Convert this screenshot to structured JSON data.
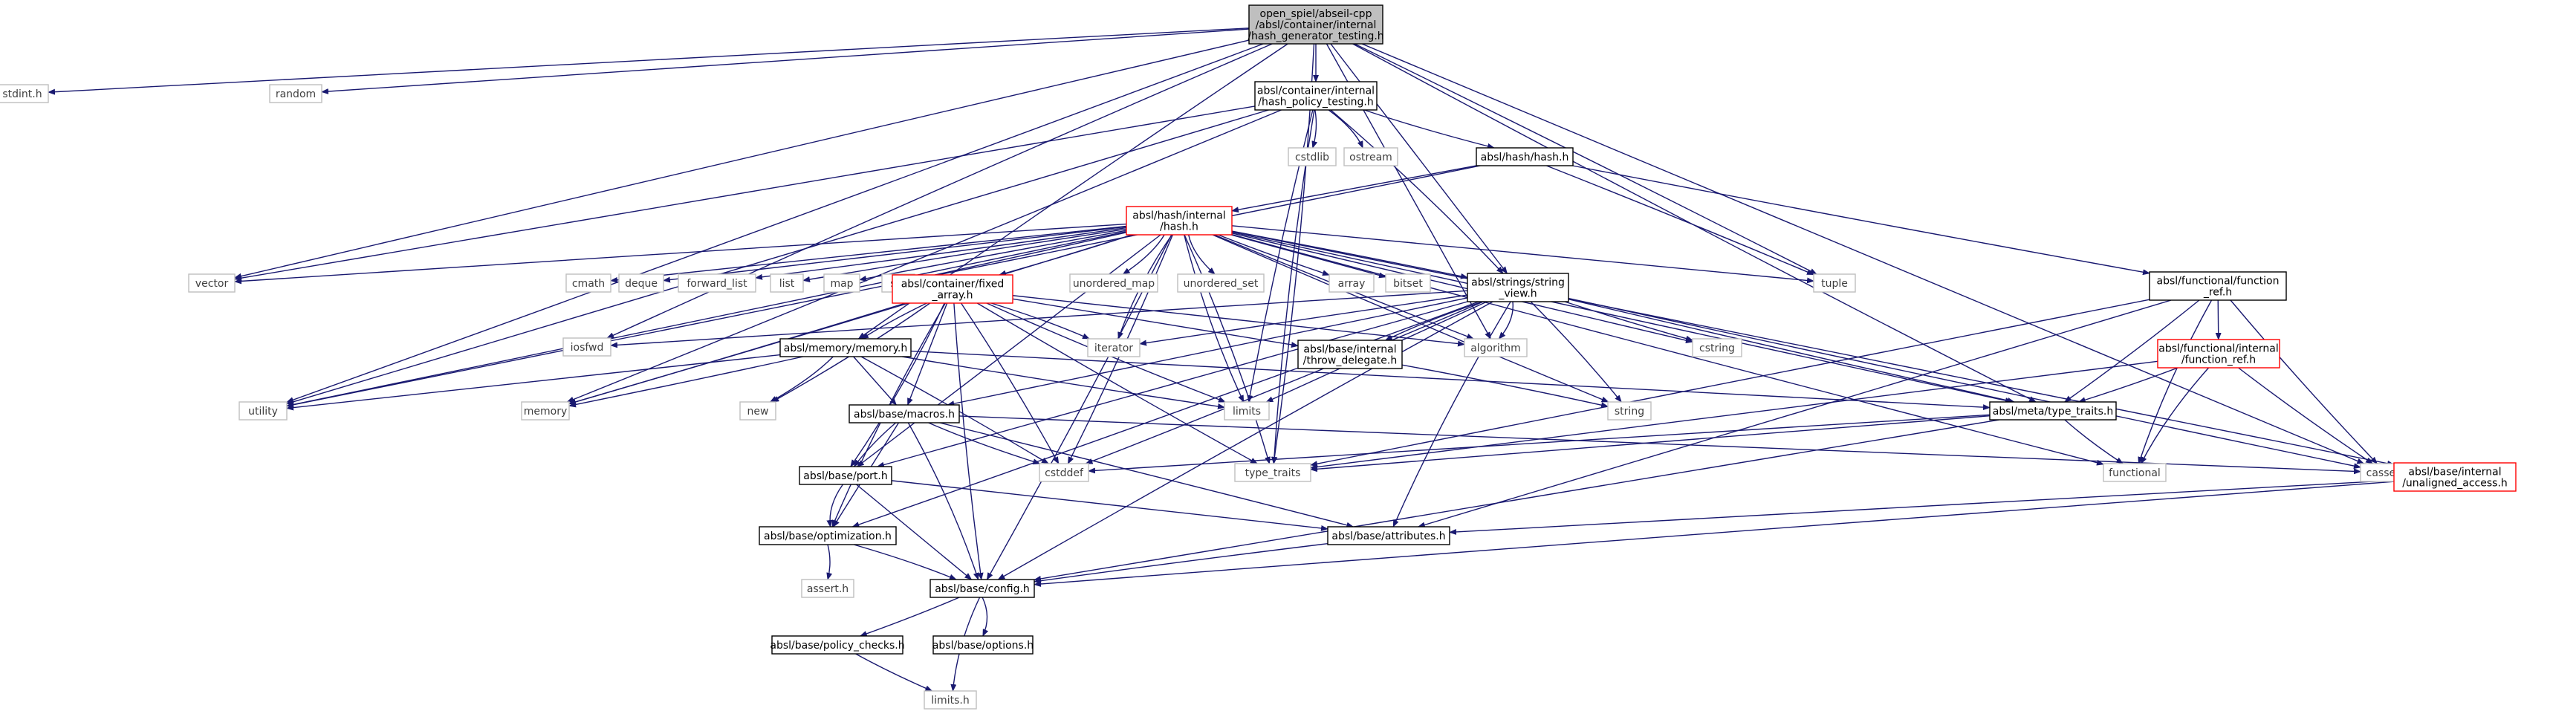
{
  "graph": {
    "nodes": [
      {
        "id": "root",
        "lines": [
          "open_spiel/abseil-cpp",
          "/absl/container/internal",
          "/hash_generator_testing.h"
        ],
        "style": "root"
      },
      {
        "id": "stdint_h",
        "lines": [
          "stdint.h"
        ],
        "style": "system"
      },
      {
        "id": "random",
        "lines": [
          "random"
        ],
        "style": "system"
      },
      {
        "id": "hpt",
        "lines": [
          "absl/container/internal",
          "/hash_policy_testing.h"
        ],
        "style": "project"
      },
      {
        "id": "cstdlib",
        "lines": [
          "cstdlib"
        ],
        "style": "system"
      },
      {
        "id": "ostream",
        "lines": [
          "ostream"
        ],
        "style": "system"
      },
      {
        "id": "hash_h",
        "lines": [
          "absl/hash/hash.h"
        ],
        "style": "project"
      },
      {
        "id": "ihash",
        "lines": [
          "absl/hash/internal",
          "/hash.h"
        ],
        "style": "incomplete"
      },
      {
        "id": "vector",
        "lines": [
          "vector"
        ],
        "style": "system"
      },
      {
        "id": "cmath",
        "lines": [
          "cmath"
        ],
        "style": "system"
      },
      {
        "id": "deque",
        "lines": [
          "deque"
        ],
        "style": "system"
      },
      {
        "id": "forward_list",
        "lines": [
          "forward_list"
        ],
        "style": "system"
      },
      {
        "id": "list",
        "lines": [
          "list"
        ],
        "style": "system"
      },
      {
        "id": "map",
        "lines": [
          "map"
        ],
        "style": "system"
      },
      {
        "id": "set",
        "lines": [
          "set"
        ],
        "style": "system"
      },
      {
        "id": "fixed_array",
        "lines": [
          "absl/container/fixed",
          "_array.h"
        ],
        "style": "incomplete"
      },
      {
        "id": "unordered_map",
        "lines": [
          "unordered_map"
        ],
        "style": "system"
      },
      {
        "id": "unordered_set",
        "lines": [
          "unordered_set"
        ],
        "style": "system"
      },
      {
        "id": "array",
        "lines": [
          "array"
        ],
        "style": "system"
      },
      {
        "id": "bitset",
        "lines": [
          "bitset"
        ],
        "style": "system"
      },
      {
        "id": "string_view",
        "lines": [
          "absl/strings/string",
          "_view.h"
        ],
        "style": "project"
      },
      {
        "id": "tuple",
        "lines": [
          "tuple"
        ],
        "style": "system"
      },
      {
        "id": "function_ref",
        "lines": [
          "absl/functional/function",
          "_ref.h"
        ],
        "style": "project"
      },
      {
        "id": "iosfwd",
        "lines": [
          "iosfwd"
        ],
        "style": "system"
      },
      {
        "id": "memory_h",
        "lines": [
          "absl/memory/memory.h"
        ],
        "style": "project"
      },
      {
        "id": "iterator",
        "lines": [
          "iterator"
        ],
        "style": "system"
      },
      {
        "id": "throw_delegate",
        "lines": [
          "absl/base/internal",
          "/throw_delegate.h"
        ],
        "style": "project"
      },
      {
        "id": "algorithm",
        "lines": [
          "algorithm"
        ],
        "style": "system"
      },
      {
        "id": "cstring",
        "lines": [
          "cstring"
        ],
        "style": "system"
      },
      {
        "id": "ifunction_ref",
        "lines": [
          "absl/functional/internal",
          "/function_ref.h"
        ],
        "style": "incomplete"
      },
      {
        "id": "utility",
        "lines": [
          "utility"
        ],
        "style": "system"
      },
      {
        "id": "memory",
        "lines": [
          "memory"
        ],
        "style": "system"
      },
      {
        "id": "new",
        "lines": [
          "new"
        ],
        "style": "system"
      },
      {
        "id": "limits",
        "lines": [
          "limits"
        ],
        "style": "system"
      },
      {
        "id": "string",
        "lines": [
          "string"
        ],
        "style": "system"
      },
      {
        "id": "type_traits_h",
        "lines": [
          "absl/meta/type_traits.h"
        ],
        "style": "project"
      },
      {
        "id": "macros",
        "lines": [
          "absl/base/macros.h"
        ],
        "style": "project"
      },
      {
        "id": "cstddef",
        "lines": [
          "cstddef"
        ],
        "style": "system"
      },
      {
        "id": "type_traits",
        "lines": [
          "type_traits"
        ],
        "style": "system"
      },
      {
        "id": "functional",
        "lines": [
          "functional"
        ],
        "style": "system"
      },
      {
        "id": "cassert",
        "lines": [
          "cassert"
        ],
        "style": "system"
      },
      {
        "id": "unaligned",
        "lines": [
          "absl/base/internal",
          "/unaligned_access.h"
        ],
        "style": "incomplete"
      },
      {
        "id": "port",
        "lines": [
          "absl/base/port.h"
        ],
        "style": "project"
      },
      {
        "id": "optimization",
        "lines": [
          "absl/base/optimization.h"
        ],
        "style": "project"
      },
      {
        "id": "attributes",
        "lines": [
          "absl/base/attributes.h"
        ],
        "style": "project"
      },
      {
        "id": "assert_h",
        "lines": [
          "assert.h"
        ],
        "style": "system"
      },
      {
        "id": "config",
        "lines": [
          "absl/base/config.h"
        ],
        "style": "project"
      },
      {
        "id": "policy_checks",
        "lines": [
          "absl/base/policy_checks.h"
        ],
        "style": "project"
      },
      {
        "id": "options",
        "lines": [
          "absl/base/options.h"
        ],
        "style": "project"
      },
      {
        "id": "limits_h",
        "lines": [
          "limits.h"
        ],
        "style": "system"
      }
    ],
    "edges": [
      [
        "root",
        "stdint_h"
      ],
      [
        "root",
        "random"
      ],
      [
        "root",
        "hpt"
      ],
      [
        "root",
        "vector"
      ],
      [
        "root",
        "utility"
      ],
      [
        "root",
        "iosfwd"
      ],
      [
        "root",
        "memory_h"
      ],
      [
        "root",
        "string_view"
      ],
      [
        "root",
        "tuple"
      ],
      [
        "root",
        "type_traits"
      ],
      [
        "root",
        "type_traits_h"
      ],
      [
        "root",
        "cassert"
      ],
      [
        "root",
        "algorithm"
      ],
      [
        "hpt",
        "cstdlib"
      ],
      [
        "hpt",
        "ostream"
      ],
      [
        "hpt",
        "hash_h"
      ],
      [
        "hpt",
        "vector"
      ],
      [
        "hpt",
        "utility"
      ],
      [
        "hpt",
        "memory"
      ],
      [
        "hpt",
        "string_view"
      ],
      [
        "hpt",
        "type_traits"
      ],
      [
        "hpt",
        "limits"
      ],
      [
        "hash_h",
        "ihash"
      ],
      [
        "hash_h",
        "tuple"
      ],
      [
        "hash_h",
        "utility"
      ],
      [
        "hash_h",
        "function_ref"
      ],
      [
        "ihash",
        "vector"
      ],
      [
        "ihash",
        "cmath"
      ],
      [
        "ihash",
        "deque"
      ],
      [
        "ihash",
        "forward_list"
      ],
      [
        "ihash",
        "list"
      ],
      [
        "ihash",
        "map"
      ],
      [
        "ihash",
        "set"
      ],
      [
        "ihash",
        "fixed_array"
      ],
      [
        "ihash",
        "unordered_map"
      ],
      [
        "ihash",
        "unordered_set"
      ],
      [
        "ihash",
        "array"
      ],
      [
        "ihash",
        "bitset"
      ],
      [
        "ihash",
        "string_view"
      ],
      [
        "ihash",
        "tuple"
      ],
      [
        "ihash",
        "iterator"
      ],
      [
        "ihash",
        "algorithm"
      ],
      [
        "ihash",
        "cstring"
      ],
      [
        "ihash",
        "utility"
      ],
      [
        "ihash",
        "memory"
      ],
      [
        "ihash",
        "limits"
      ],
      [
        "ihash",
        "string"
      ],
      [
        "ihash",
        "type_traits_h"
      ],
      [
        "ihash",
        "cstddef"
      ],
      [
        "ihash",
        "type_traits"
      ],
      [
        "ihash",
        "functional"
      ],
      [
        "ihash",
        "unaligned"
      ],
      [
        "ihash",
        "port"
      ],
      [
        "ihash",
        "config"
      ],
      [
        "fixed_array",
        "iterator"
      ],
      [
        "fixed_array",
        "algorithm"
      ],
      [
        "fixed_array",
        "memory_h"
      ],
      [
        "fixed_array",
        "throw_delegate"
      ],
      [
        "fixed_array",
        "memory"
      ],
      [
        "fixed_array",
        "new"
      ],
      [
        "fixed_array",
        "limits"
      ],
      [
        "fixed_array",
        "type_traits"
      ],
      [
        "fixed_array",
        "macros"
      ],
      [
        "fixed_array",
        "cstddef"
      ],
      [
        "fixed_array",
        "port"
      ],
      [
        "fixed_array",
        "optimization"
      ],
      [
        "fixed_array",
        "config"
      ],
      [
        "string_view",
        "iosfwd"
      ],
      [
        "string_view",
        "iterator"
      ],
      [
        "string_view",
        "algorithm"
      ],
      [
        "string_view",
        "throw_delegate"
      ],
      [
        "string_view",
        "cstring"
      ],
      [
        "string_view",
        "limits"
      ],
      [
        "string_view",
        "string"
      ],
      [
        "string_view",
        "cstddef"
      ],
      [
        "string_view",
        "cassert"
      ],
      [
        "string_view",
        "type_traits_h"
      ],
      [
        "string_view",
        "macros"
      ],
      [
        "string_view",
        "port"
      ],
      [
        "string_view",
        "optimization"
      ],
      [
        "string_view",
        "attributes"
      ],
      [
        "string_view",
        "config"
      ],
      [
        "function_ref",
        "ifunction_ref"
      ],
      [
        "function_ref",
        "type_traits_h"
      ],
      [
        "function_ref",
        "type_traits"
      ],
      [
        "function_ref",
        "functional"
      ],
      [
        "function_ref",
        "cassert"
      ],
      [
        "function_ref",
        "attributes"
      ],
      [
        "ifunction_ref",
        "type_traits_h"
      ],
      [
        "ifunction_ref",
        "type_traits"
      ],
      [
        "ifunction_ref",
        "functional"
      ],
      [
        "ifunction_ref",
        "cassert"
      ],
      [
        "memory_h",
        "utility"
      ],
      [
        "memory_h",
        "memory"
      ],
      [
        "memory_h",
        "new"
      ],
      [
        "memory_h",
        "limits"
      ],
      [
        "memory_h",
        "type_traits_h"
      ],
      [
        "memory_h",
        "macros"
      ],
      [
        "memory_h",
        "cstddef"
      ],
      [
        "throw_delegate",
        "string"
      ],
      [
        "type_traits_h",
        "type_traits"
      ],
      [
        "type_traits_h",
        "functional"
      ],
      [
        "type_traits_h",
        "cstddef"
      ],
      [
        "type_traits_h",
        "config"
      ],
      [
        "macros",
        "cassert"
      ],
      [
        "macros",
        "cstddef"
      ],
      [
        "macros",
        "port"
      ],
      [
        "macros",
        "optimization"
      ],
      [
        "macros",
        "attributes"
      ],
      [
        "macros",
        "config"
      ],
      [
        "port",
        "optimization"
      ],
      [
        "port",
        "attributes"
      ],
      [
        "port",
        "config"
      ],
      [
        "optimization",
        "assert_h"
      ],
      [
        "optimization",
        "config"
      ],
      [
        "attributes",
        "config"
      ],
      [
        "unaligned",
        "attributes"
      ],
      [
        "unaligned",
        "config"
      ],
      [
        "config",
        "policy_checks"
      ],
      [
        "config",
        "options"
      ],
      [
        "config",
        "limits_h"
      ],
      [
        "policy_checks",
        "limits_h"
      ]
    ]
  },
  "colors": {
    "edge": "#191970",
    "root_fill": "#bfbfbf",
    "project_border": "#000000",
    "system_border": "#bfbfbf",
    "incomplete_border": "#ff0000",
    "system_text": "#404040",
    "text": "#000000"
  }
}
